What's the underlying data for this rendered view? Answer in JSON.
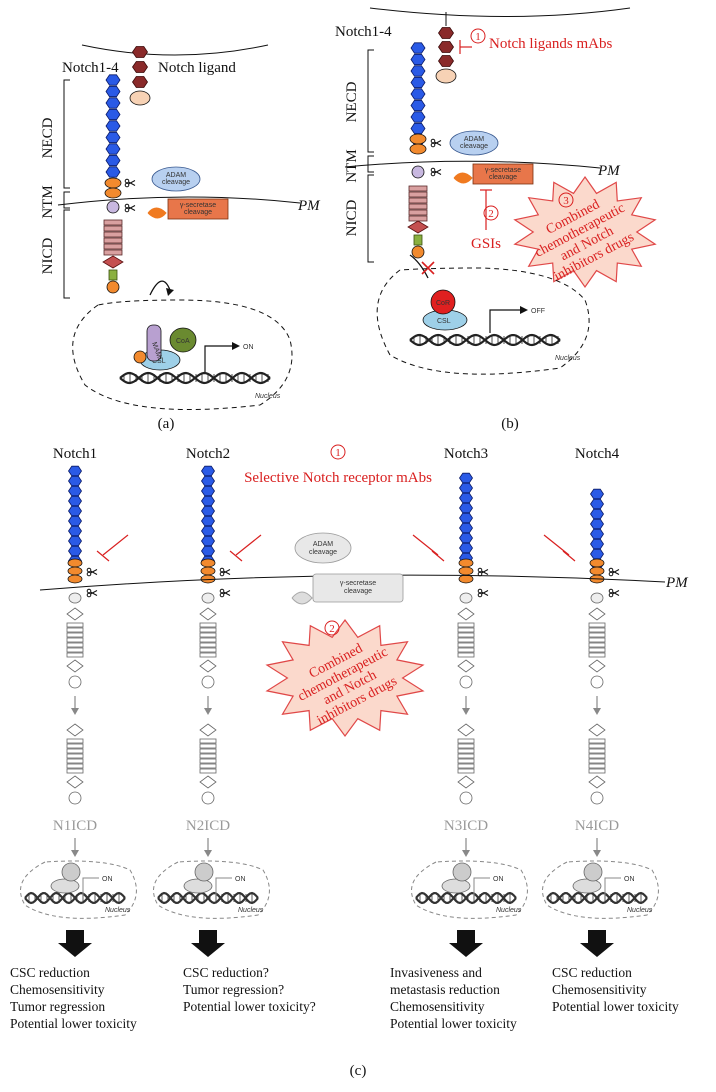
{
  "panel_a": {
    "caption": "(a)",
    "receptor_label": "Notch1-4",
    "ligand_label": "Notch ligand",
    "domains": [
      "NECD",
      "NTM",
      "NICD"
    ],
    "adam": "ADAM\ncleavage",
    "gamma": "γ-secretase\ncleavage",
    "pm": "PM",
    "coa": "CoA",
    "maml": "MAML",
    "csl": "CSL",
    "on": "ON",
    "nucleus": "Nucleus"
  },
  "panel_b": {
    "caption": "(b)",
    "receptor_label": "Notch1-4",
    "domains": [
      "NECD",
      "NTM",
      "NICD"
    ],
    "mark1": "1",
    "step1": "Notch ligands mAbs",
    "mark2": "2",
    "gsis": "GSIs",
    "mark3": "3",
    "burst": [
      "Combined",
      "chemotherapeutic",
      "and Notch",
      "inhibitors drugs"
    ],
    "adam": "ADAM\ncleavage",
    "gamma": "γ-secretase\ncleavage",
    "pm": "PM",
    "corep": "CoR",
    "csl": "CSL",
    "off": "OFF",
    "nucleus": "Nucleus"
  },
  "panel_c": {
    "caption": "(c)",
    "receptors": [
      "Notch1",
      "Notch2",
      "Notch3",
      "Notch4"
    ],
    "mark1": "1",
    "step1": "Selective Notch receptor mAbs",
    "mark2": "2",
    "burst": [
      "Combined",
      "chemotherapeutic",
      "and Notch",
      "inhibitors drugs"
    ],
    "adam": "ADAM\ncleavage",
    "gamma": "γ-secretase\ncleavage",
    "pm": "PM",
    "icd": [
      "N1ICD",
      "N2ICD",
      "N3ICD",
      "N4ICD"
    ],
    "outcomes": [
      [
        "CSC reduction",
        "Chemosensitivity",
        "Tumor regression",
        "Potential lower toxicity"
      ],
      [
        "CSC reduction?",
        "Tumor regression?",
        "Potential lower toxicity?"
      ],
      [
        "Invasiveness and",
        "metastasis reduction",
        "Chemosensitivity",
        "Potential lower toxicity"
      ],
      [
        "CSC reduction",
        "Chemosensitivity",
        "Potential lower toxicity"
      ]
    ],
    "on": "ON",
    "nucleus": "Nucleus"
  }
}
